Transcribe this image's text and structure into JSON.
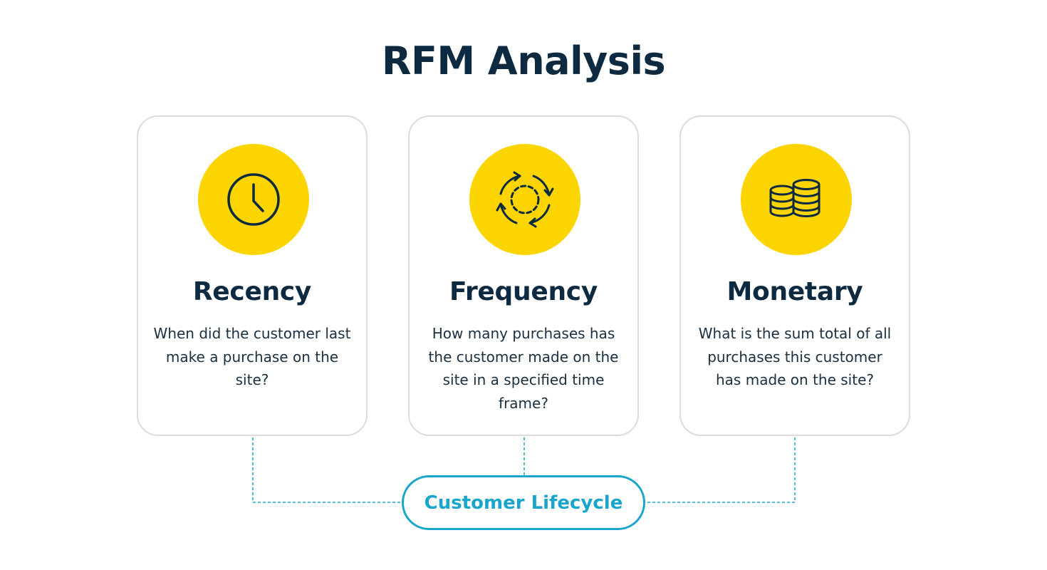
{
  "title": "RFM Analysis",
  "cards": [
    {
      "key": "recency",
      "title": "Recency",
      "description": "When did the customer last make a purchase on the site?",
      "icon": "clock-icon"
    },
    {
      "key": "frequency",
      "title": "Frequency",
      "description": "How many purchases has the customer made on the site in a specified time frame?",
      "icon": "cycle-arrows-icon"
    },
    {
      "key": "monetary",
      "title": "Monetary",
      "description": "What is the sum total of all purchases this customer has made on the site?",
      "icon": "coins-icon"
    }
  ],
  "lifecycle": {
    "label": "Customer Lifecycle"
  },
  "colors": {
    "heading": "#0d2a40",
    "icon_background": "#fcd400",
    "accent": "#1aa6cc",
    "card_border": "#dcdcdc"
  }
}
